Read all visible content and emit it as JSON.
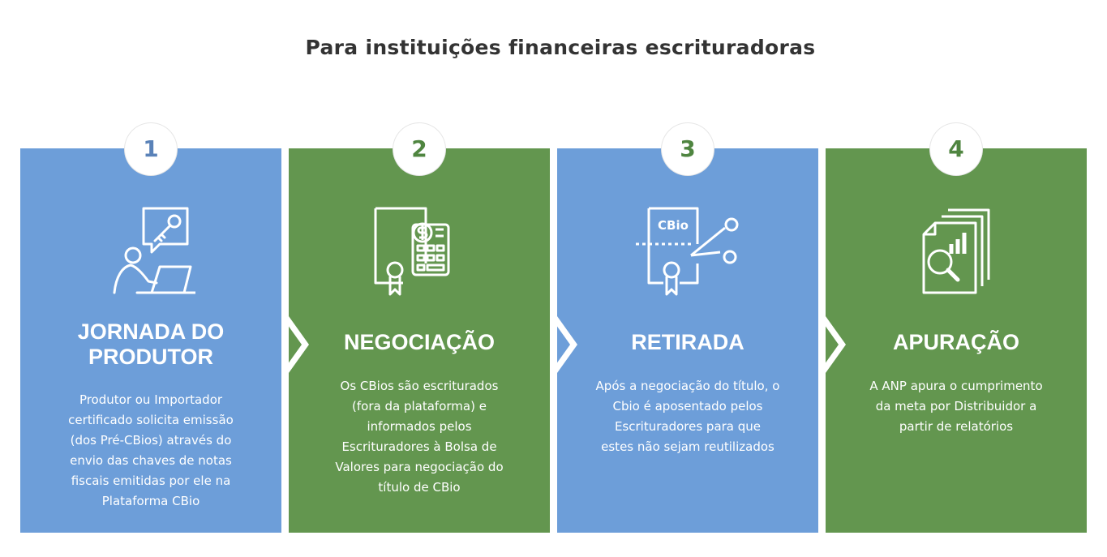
{
  "page": {
    "title": "Para instituições financeiras escrituradoras"
  },
  "colors": {
    "blue": "#6d9ed9",
    "green": "#63964f",
    "badge_bg": "#ffffff",
    "title": "#333333"
  },
  "steps": [
    {
      "number": "1",
      "title_lines": [
        "JORNADA DO",
        "PRODUTOR"
      ],
      "description": [
        "Produtor ou Importador",
        "certificado solicita emissão",
        "(dos Pré-CBios) através do",
        "envio das chaves de notas",
        "fiscais emitidas por ele na",
        "Plataforma CBio"
      ],
      "icon": "user-laptop-key-chat-icon"
    },
    {
      "number": "2",
      "title_lines": [
        "NEGOCIAÇÃO"
      ],
      "description": [
        "Os CBios são escriturados",
        "(fora da plataforma) e",
        "informados pelos",
        "Escrituradores à Bolsa de",
        "Valores para negociação do",
        "título de CBio"
      ],
      "icon": "certificate-dollar-calculator-icon"
    },
    {
      "number": "3",
      "title_lines": [
        "RETIRADA"
      ],
      "description": [
        "Após a negociação do título, o",
        "Cbio é aposentado pelos",
        "Escrituradores para que",
        "estes não sejam reutilizados"
      ],
      "icon": "certificate-scissors-icon",
      "icon_label": "CBio"
    },
    {
      "number": "4",
      "title_lines": [
        "APURAÇÃO"
      ],
      "description": [
        "A ANP apura o cumprimento",
        "da meta por Distribuidor a",
        "partir de relatórios"
      ],
      "icon": "reports-magnifier-icon"
    }
  ]
}
